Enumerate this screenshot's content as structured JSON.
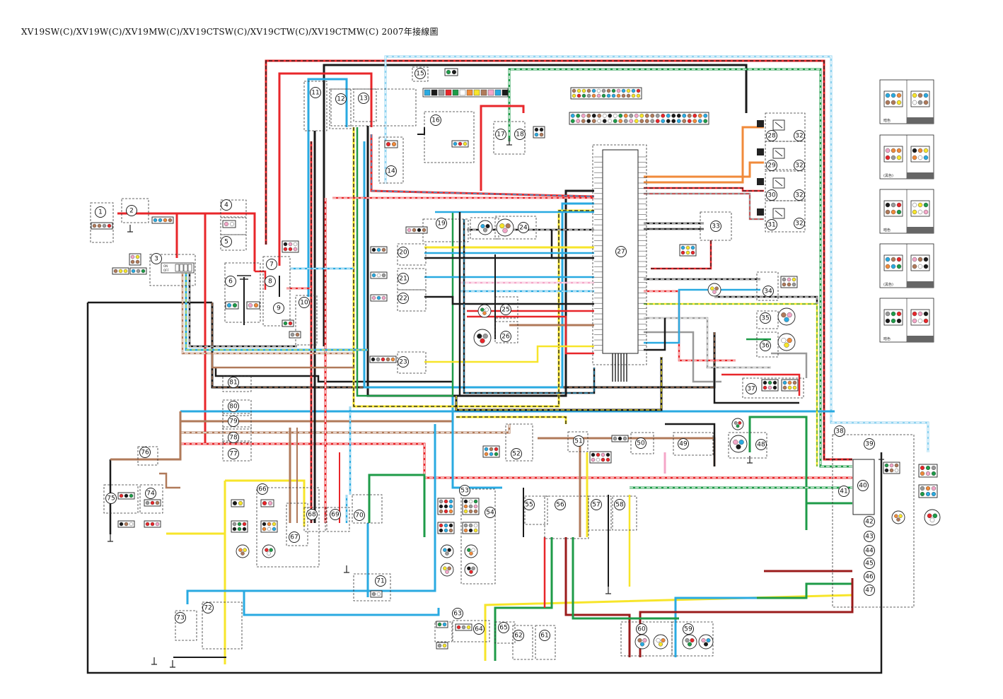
{
  "title": "XV19SW(C)/XV19W(C)/XV19MW(C)/XV19CTSW(C)/XV19CTW(C)/XV19CTMW(C) 2007年接線圖",
  "colors": {
    "red": "#e8262a",
    "black": "#1a1a1a",
    "blue": "#29aae1",
    "yellow": "#f7e52a",
    "green": "#1e9b48",
    "brown": "#b07a5a",
    "orange": "#f08a3a",
    "gray": "#9a9a9a",
    "pink": "#f4a6c8",
    "darkred": "#9b1b1b",
    "lightblue": "#8fd3f0",
    "white": "#ffffff"
  },
  "components": [
    {
      "id": "1",
      "label": "1"
    },
    {
      "id": "2",
      "label": "2"
    },
    {
      "id": "3",
      "label": "3"
    },
    {
      "id": "4",
      "label": "4"
    },
    {
      "id": "5",
      "label": "5"
    },
    {
      "id": "6",
      "label": "6"
    },
    {
      "id": "7",
      "label": "7"
    },
    {
      "id": "8",
      "label": "8"
    },
    {
      "id": "9",
      "label": "9"
    },
    {
      "id": "10",
      "label": "10"
    },
    {
      "id": "11",
      "label": "11"
    },
    {
      "id": "12",
      "label": "12"
    },
    {
      "id": "13",
      "label": "13"
    },
    {
      "id": "14",
      "label": "14"
    },
    {
      "id": "15",
      "label": "15"
    },
    {
      "id": "16",
      "label": "16"
    },
    {
      "id": "17",
      "label": "17"
    },
    {
      "id": "18",
      "label": "18"
    },
    {
      "id": "19",
      "label": "19"
    },
    {
      "id": "20",
      "label": "20"
    },
    {
      "id": "21",
      "label": "21"
    },
    {
      "id": "22",
      "label": "22"
    },
    {
      "id": "23",
      "label": "23"
    },
    {
      "id": "24",
      "label": "24"
    },
    {
      "id": "25",
      "label": "25"
    },
    {
      "id": "26",
      "label": "26"
    },
    {
      "id": "27",
      "label": "27"
    },
    {
      "id": "28",
      "label": "28"
    },
    {
      "id": "29",
      "label": "29"
    },
    {
      "id": "30",
      "label": "30"
    },
    {
      "id": "31",
      "label": "31"
    },
    {
      "id": "32a",
      "label": "32"
    },
    {
      "id": "32b",
      "label": "32"
    },
    {
      "id": "32c",
      "label": "32"
    },
    {
      "id": "32d",
      "label": "32"
    },
    {
      "id": "33",
      "label": "33"
    },
    {
      "id": "34",
      "label": "34"
    },
    {
      "id": "35",
      "label": "35"
    },
    {
      "id": "36",
      "label": "36"
    },
    {
      "id": "37",
      "label": "37"
    },
    {
      "id": "38",
      "label": "38"
    },
    {
      "id": "39",
      "label": "39"
    },
    {
      "id": "40",
      "label": "40"
    },
    {
      "id": "41",
      "label": "41"
    },
    {
      "id": "42",
      "label": "42"
    },
    {
      "id": "43",
      "label": "43"
    },
    {
      "id": "44",
      "label": "44"
    },
    {
      "id": "45",
      "label": "45"
    },
    {
      "id": "46",
      "label": "46"
    },
    {
      "id": "47",
      "label": "47"
    },
    {
      "id": "48",
      "label": "48"
    },
    {
      "id": "49",
      "label": "49"
    },
    {
      "id": "50",
      "label": "50"
    },
    {
      "id": "51",
      "label": "51"
    },
    {
      "id": "52",
      "label": "52"
    },
    {
      "id": "53",
      "label": "53"
    },
    {
      "id": "54",
      "label": "54"
    },
    {
      "id": "55",
      "label": "55"
    },
    {
      "id": "56",
      "label": "56"
    },
    {
      "id": "57",
      "label": "57"
    },
    {
      "id": "58",
      "label": "58"
    },
    {
      "id": "59",
      "label": "59"
    },
    {
      "id": "60",
      "label": "60"
    },
    {
      "id": "61",
      "label": "61"
    },
    {
      "id": "62",
      "label": "62"
    },
    {
      "id": "63",
      "label": "63"
    },
    {
      "id": "64",
      "label": "64"
    },
    {
      "id": "65",
      "label": "65"
    },
    {
      "id": "66",
      "label": "66"
    },
    {
      "id": "67",
      "label": "67"
    },
    {
      "id": "68",
      "label": "68"
    },
    {
      "id": "69",
      "label": "69"
    },
    {
      "id": "70",
      "label": "70"
    },
    {
      "id": "71",
      "label": "71"
    },
    {
      "id": "72",
      "label": "72"
    },
    {
      "id": "73",
      "label": "73"
    },
    {
      "id": "74",
      "label": "74"
    },
    {
      "id": "75",
      "label": "75"
    },
    {
      "id": "76",
      "label": "76"
    },
    {
      "id": "77",
      "label": "77"
    },
    {
      "id": "78",
      "label": "78"
    },
    {
      "id": "79",
      "label": "79"
    },
    {
      "id": "80",
      "label": "80"
    },
    {
      "id": "81",
      "label": "81"
    }
  ],
  "switch_labels": {
    "on": "ON",
    "off": "OFF"
  },
  "legend": {
    "captions": [
      "暗色",
      "(黑色)",
      "暗色",
      "(黑色)",
      "暗色"
    ]
  }
}
